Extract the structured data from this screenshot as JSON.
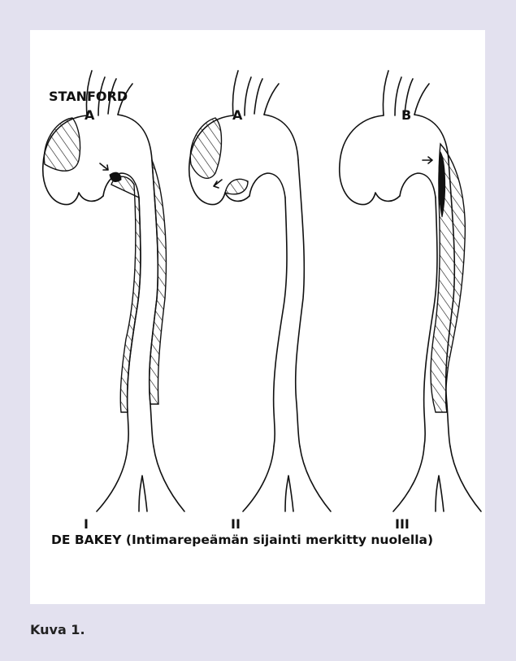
{
  "classification": {
    "stanford_title": "STANFORD",
    "stanford_types": [
      "A",
      "A",
      "B"
    ],
    "debakey_types": [
      "I",
      "II",
      "III"
    ],
    "debakey_footer": "DE BAKEY (Intimarepeämän sijainti merkitty nuolella)"
  },
  "caption": "Kuva 1.",
  "colors": {
    "background": "#e3e1ef",
    "panel": "#ffffff",
    "ink": "#111111"
  },
  "icons": [
    "aorta-diagram-type-1",
    "aorta-diagram-type-2",
    "aorta-diagram-type-3",
    "tear-arrow-icon"
  ]
}
